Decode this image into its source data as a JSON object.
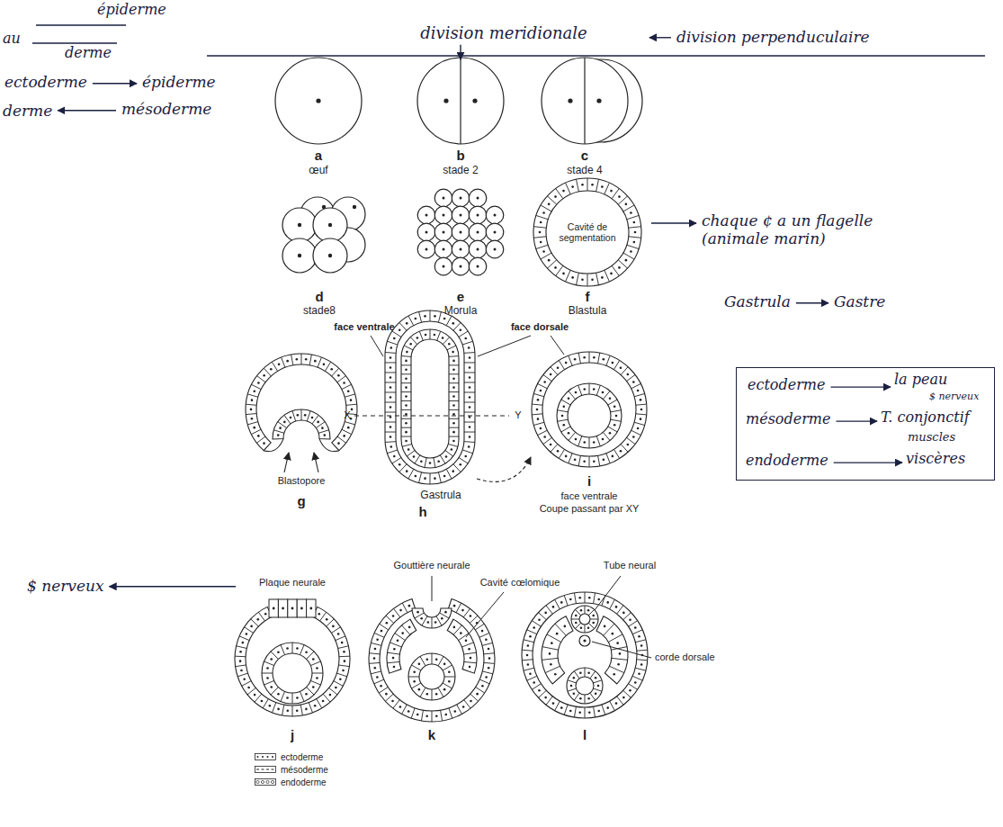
{
  "diagram": {
    "nodes": [
      {
        "text": [
          "Cavité de segmentation"
        ]
      },
      {
        "text": [
          "ectoderme",
          "la peau",
          "$ nerveux",
          "mésoderme",
          "T. conjonctif",
          "muscles",
          "endoderme",
          "viscères"
        ]
      }
    ],
    "labels": [
      "épiderme",
      "au",
      "derme",
      "division meridionale",
      "division perpenduculaire",
      "ectoderme",
      "épiderme",
      "derme",
      "mésoderme",
      "a",
      "œuf",
      "b",
      "stade 2",
      "c",
      "stade 4",
      "d",
      "stade8",
      "e",
      "Morula",
      "f",
      "Blastula",
      "chaque ¢ a un flagelle (animale marin)",
      "Gastrula",
      "Gastre",
      "face ventrale",
      "face dorsale",
      "X",
      "Y",
      "Blastopore",
      "g",
      "Gastrula",
      "h",
      "i",
      "face ventrale",
      "Coupe passant par XY",
      "$ nerveux",
      "Plaque neurale",
      "Gouttière neurale",
      "Cavité cœlomique",
      "Tube neural",
      "corde dorsale",
      "j",
      "k",
      "l"
    ],
    "legend": [
      {
        "text": "ectoderme"
      },
      {
        "text": "mésoderme"
      },
      {
        "text": "endoderme"
      }
    ]
  }
}
